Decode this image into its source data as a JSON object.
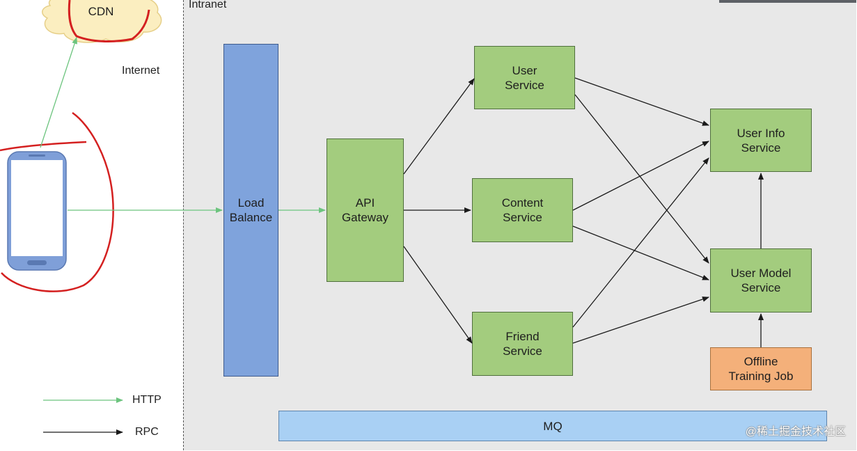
{
  "regions": {
    "intranet_label": "Intranet",
    "internet_label": "Internet"
  },
  "nodes": {
    "cdn": "CDN",
    "load_balance": "Load\nBalance",
    "api_gateway": "API\nGateway",
    "user_service": "User\nService",
    "content_service": "Content\nService",
    "friend_service": "Friend\nService",
    "user_info_service": "User Info\nService",
    "user_model_service": "User Model\nService",
    "offline_training_job": "Offline\nTraining Job",
    "mq": "MQ"
  },
  "legend": {
    "http": "HTTP",
    "rpc": "RPC"
  },
  "watermark": "@稀土掘金技术社区",
  "colors": {
    "service_green": "#a3cc7e",
    "load_balance_blue": "#7fa3dc",
    "offline_orange": "#f4b07a",
    "mq_blue": "#a9d0f4",
    "http_arrow": "#6cc47e",
    "rpc_arrow": "#1a1a1a",
    "annotation_red": "#d42020",
    "cdn_fill": "#fbeec0"
  },
  "icons": [
    "smartphone-icon",
    "cdn-cloud-icon"
  ]
}
